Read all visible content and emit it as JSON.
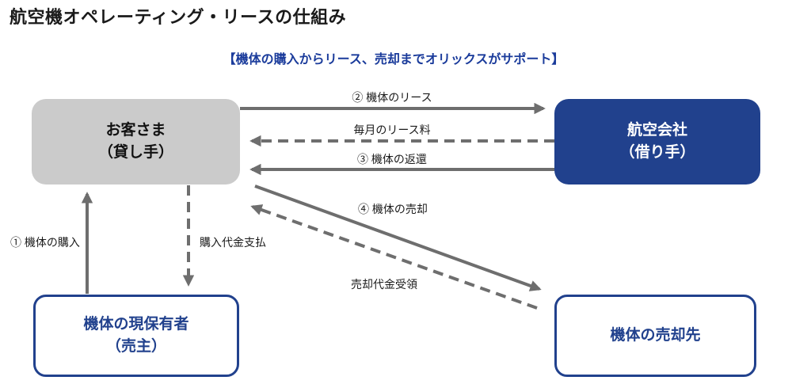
{
  "title": "航空機オペレーティング・リースの仕組み",
  "subtitle": "【機体の購入からリース、売却までオリックスがサポート】",
  "nodes": {
    "customer": {
      "name": "お客さま",
      "role": "（貸し手）"
    },
    "airline": {
      "name": "航空会社",
      "role": "（借り手）"
    },
    "owner": {
      "name": "機体の現保有者",
      "role": "（売主）"
    },
    "buyer": {
      "name": "機体の売却先"
    }
  },
  "flows": {
    "lease": "② 機体のリース",
    "monthly_fee": "毎月のリース料",
    "return": "③ 機体の返還",
    "purchase": "① 機体の購入",
    "purchase_payment": "購入代金支払",
    "sale": "④ 機体の売却",
    "sale_proceeds": "売却代金受領"
  },
  "colors": {
    "brand_blue": "#21418d",
    "subtitle_blue": "#1a3b9b",
    "box_gray": "#cbcbcb",
    "arrow_gray": "#6e6e6e"
  }
}
